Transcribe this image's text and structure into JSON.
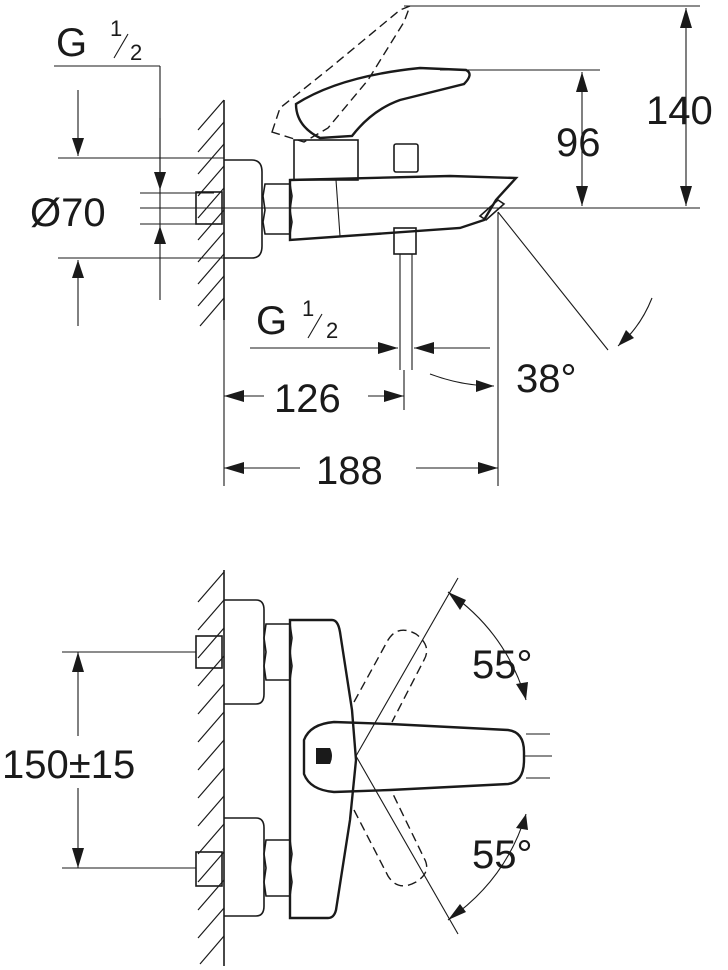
{
  "side_view": {
    "thread_top": {
      "prefix": "G",
      "num": "1",
      "den": "2"
    },
    "diameter": "Ø70",
    "thread_bottom": {
      "prefix": "G",
      "num": "1",
      "den": "2"
    },
    "height_total": "140",
    "height_spout": "96",
    "depth_outlet": "126",
    "depth_total": "188",
    "angle_spout": "38°"
  },
  "top_view": {
    "centers": "150±15",
    "angle_up": "55°",
    "angle_down": "55°"
  }
}
